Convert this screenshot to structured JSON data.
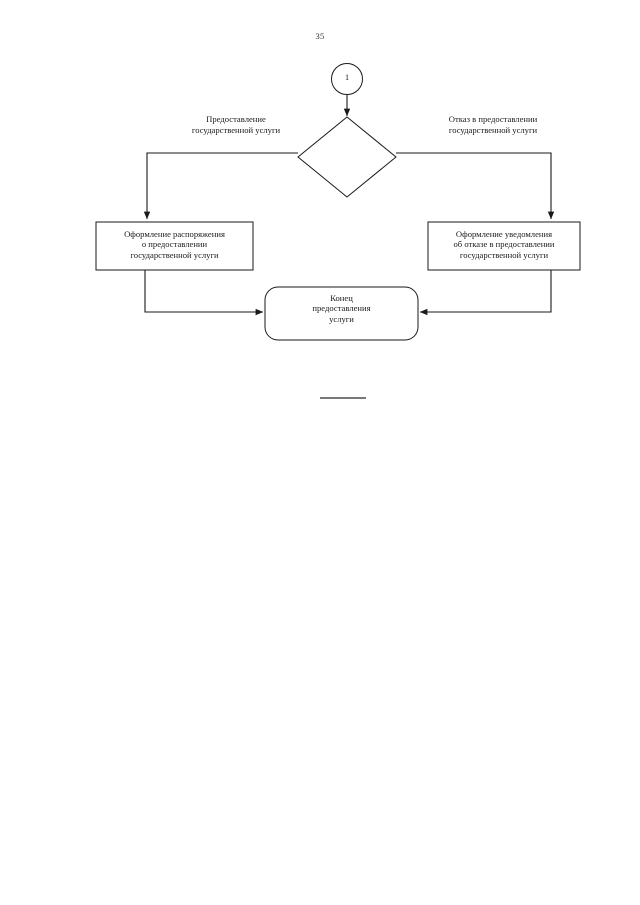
{
  "document": {
    "page_number": "35",
    "type": "flowchart"
  },
  "diagram": {
    "connector": {
      "label": "1",
      "name": "off-page-connector"
    },
    "decision": {
      "label": ""
    },
    "edges": [
      {
        "id": "yes-branch",
        "label": "Предоставление\nгосударственной услуги"
      },
      {
        "id": "no-branch",
        "label": "Отказ в предоставлении\nгосударственной услуги"
      }
    ],
    "nodes": [
      {
        "id": "process-left",
        "shape": "rectangle",
        "label": "Оформление распоряжения\nо предоставлении\nгосударственной услуги"
      },
      {
        "id": "process-right",
        "shape": "rectangle",
        "label": "Оформление уведомления\nоб отказе в предоставлении\nгосударственной услуги"
      },
      {
        "id": "terminator-end",
        "shape": "rounded-rectangle",
        "label": "Конец\nпредоставления\nуслуги"
      }
    ]
  },
  "style": {
    "line_color": "#1a1a1a",
    "text_color": "#1a1a1a",
    "background": "#ffffff"
  }
}
